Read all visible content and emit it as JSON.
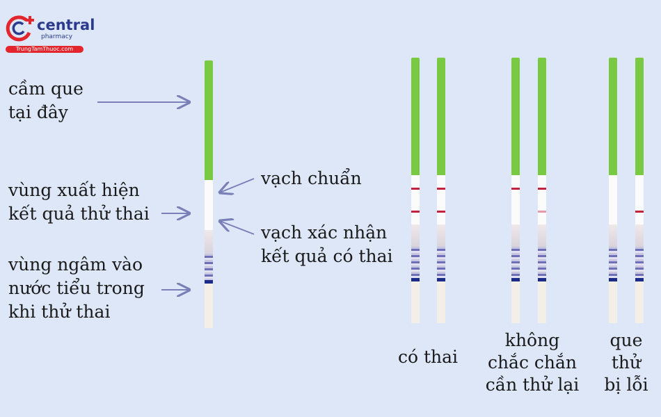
{
  "logo": {
    "brand": "central",
    "sub": "pharmacy",
    "site": "TrungTamThuoc.com",
    "colors": {
      "red": "#e3262d",
      "navy": "#2b3a8c"
    }
  },
  "labels": {
    "hold": [
      "cầm que",
      "tại đây"
    ],
    "result_zone": [
      "vùng xuất hiện",
      "kết quả thử thai"
    ],
    "dip_zone": [
      "vùng ngâm vào",
      "nước tiểu trong",
      "khi thử thai"
    ],
    "control_line": "vạch chuẩn",
    "test_line": [
      "vạch xác nhận",
      "kết quả có thai"
    ]
  },
  "groups": [
    {
      "caption": [
        "có thai"
      ],
      "strips": [
        {
          "control": "strong",
          "test": "strong"
        },
        {
          "control": "strong",
          "test": "strong"
        }
      ]
    },
    {
      "caption": [
        "không",
        "chắc chắn",
        "cần thử lại"
      ],
      "strips": [
        {
          "control": "strong",
          "test": "none"
        },
        {
          "control": "strong",
          "test": "faint"
        }
      ]
    },
    {
      "caption": [
        "que",
        "thử",
        "bị lỗi"
      ],
      "strips": [
        {
          "control": "none",
          "test": "none"
        },
        {
          "control": "none",
          "test": "strong"
        }
      ]
    }
  ],
  "colors": {
    "background": "#dde7f7",
    "handle": "#7ac943",
    "line": "#c4233c",
    "arrow": "#7a7fb8"
  }
}
